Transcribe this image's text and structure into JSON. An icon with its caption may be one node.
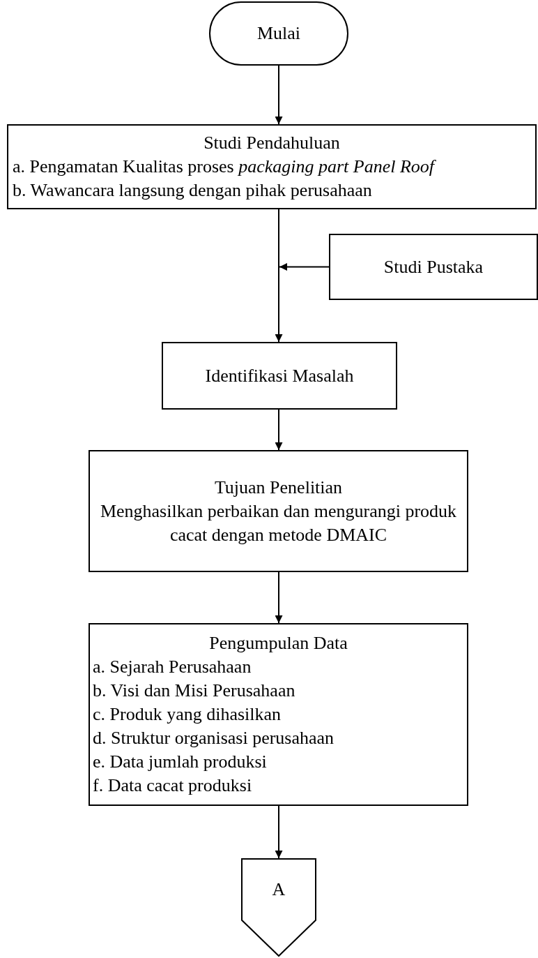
{
  "diagram": {
    "nodes": [
      {
        "text": [
          "Mulai"
        ]
      },
      {
        "text": [
          "Studi Pendahuluan",
          "a. Pengamatan Kualitas proses *packaging part Panel Roof*",
          "b. Wawancara langsung dengan pihak perusahaan"
        ]
      },
      {
        "text": [
          "Studi Pustaka"
        ]
      },
      {
        "text": [
          "Identifikasi Masalah"
        ]
      },
      {
        "text": [
          "Tujuan Penelitian",
          "Menghasilkan perbaikan dan mengurangi produk cacat dengan metode DMAIC"
        ]
      },
      {
        "text": [
          "Pengumpulan Data",
          "a. Sejarah Perusahaan",
          "b. Visi dan Misi Perusahaan",
          "c. Produk yang dihasilkan",
          "d. Struktur organisasi perusahaan",
          "e. Data jumlah produksi",
          "f. Data cacat produksi"
        ]
      },
      {
        "text": [
          "A"
        ]
      }
    ],
    "edges": [
      {
        "from": 0,
        "to": 1,
        "arrow": "to"
      },
      {
        "from": 1,
        "to": 3,
        "arrow": "to"
      },
      {
        "from": 2,
        "to": null,
        "arrow": "to"
      },
      {
        "from": 3,
        "to": 4,
        "arrow": "to"
      },
      {
        "from": 4,
        "to": 5,
        "arrow": "to"
      },
      {
        "from": 5,
        "to": 6,
        "arrow": "to"
      }
    ]
  }
}
